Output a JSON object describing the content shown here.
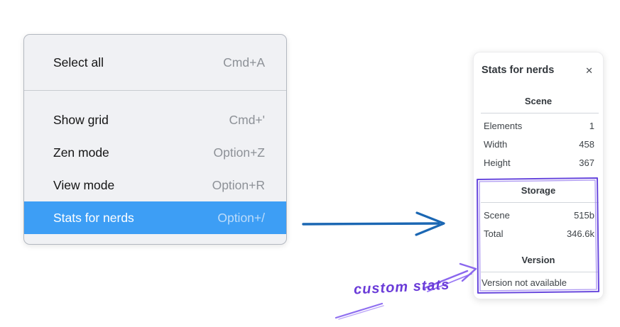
{
  "context_menu": {
    "items": [
      {
        "label": "Select all",
        "shortcut": "Cmd+A",
        "highlighted": false
      },
      {
        "label": "Show grid",
        "shortcut": "Cmd+'",
        "highlighted": false
      },
      {
        "label": "Zen mode",
        "shortcut": "Option+Z",
        "highlighted": false
      },
      {
        "label": "View mode",
        "shortcut": "Option+R",
        "highlighted": false
      },
      {
        "label": "Stats for nerds",
        "shortcut": "Option+/",
        "highlighted": true
      }
    ]
  },
  "stats_panel": {
    "title": "Stats for nerds",
    "close_glyph": "✕",
    "sections": [
      {
        "heading": "Scene",
        "rows": [
          [
            "Elements",
            "1"
          ],
          [
            "Width",
            "458"
          ],
          [
            "Height",
            "367"
          ]
        ]
      },
      {
        "heading": "Storage",
        "rows": [
          [
            "Scene",
            "515b"
          ],
          [
            "Total",
            "346.6k"
          ]
        ]
      },
      {
        "heading": "Version",
        "rows": [],
        "note": "Version not available"
      }
    ]
  },
  "annotation": {
    "label": "custom stats"
  },
  "colors": {
    "menu_highlight": "#3d9ef5",
    "flow_arrow_blue": "#1b67b3",
    "annotation_purple": "#6a3bd8",
    "highlight_box_purple": "#6848dd"
  }
}
